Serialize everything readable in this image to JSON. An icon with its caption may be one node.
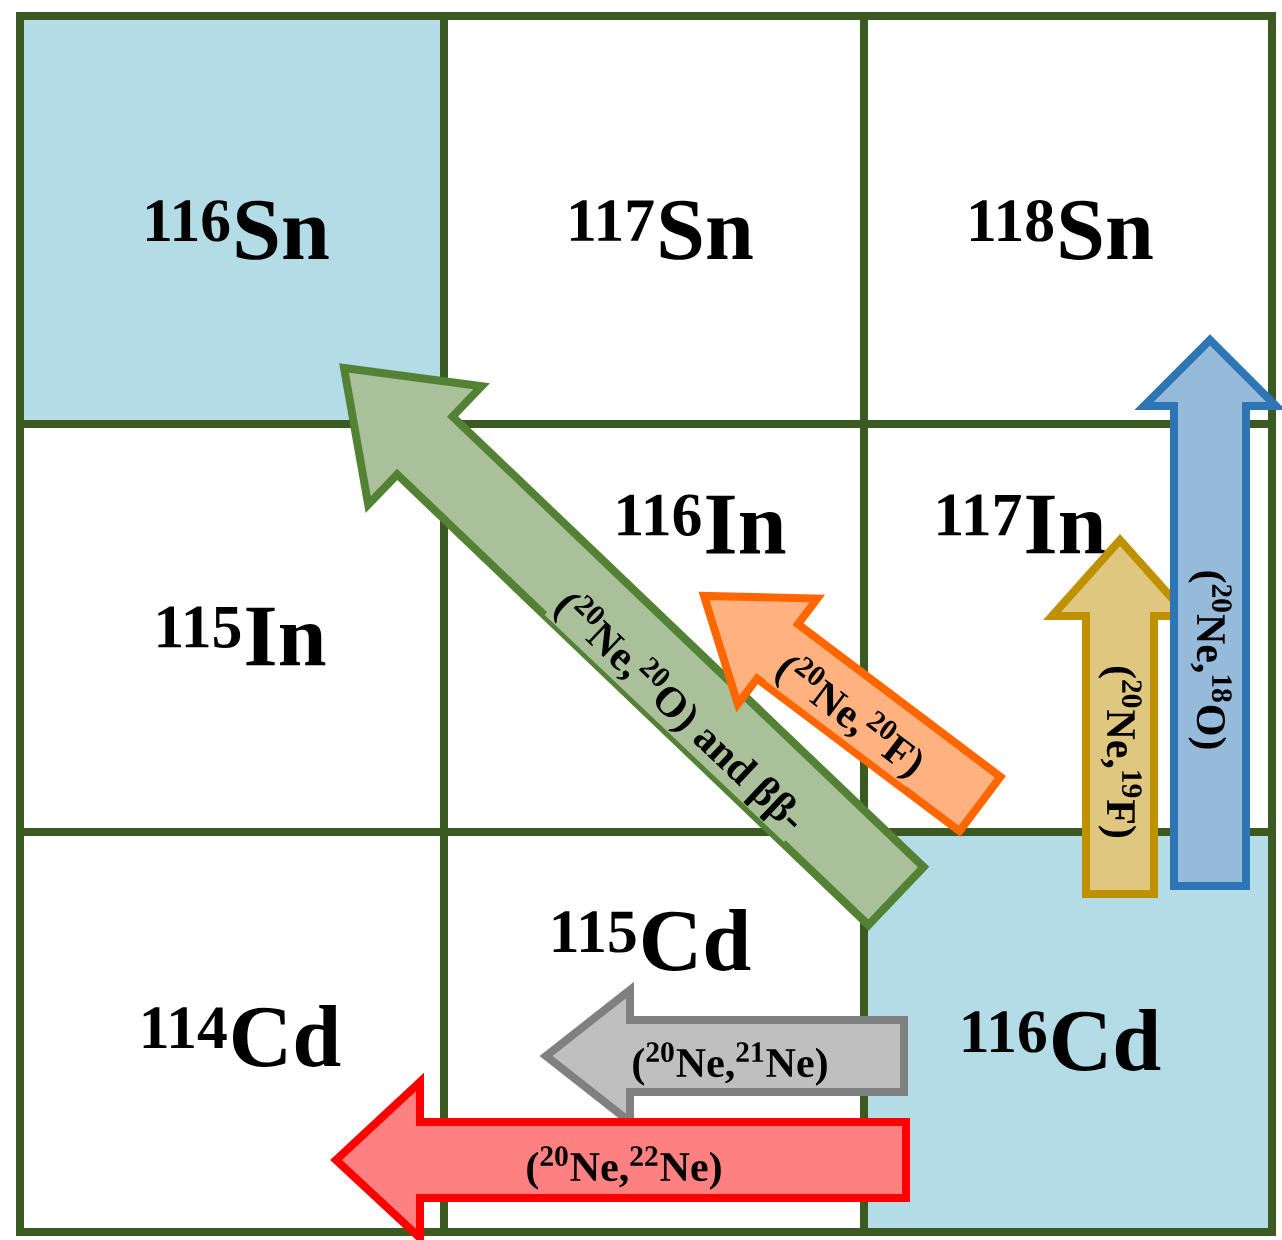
{
  "diagram": {
    "nodes": [
      {
        "text": [
          "$^{116}$Sn"
        ]
      },
      {
        "text": [
          "$^{117}$Sn"
        ]
      },
      {
        "text": [
          "$^{118}$Sn"
        ]
      },
      {
        "text": [
          "$^{115}$In"
        ]
      },
      {
        "text": [
          "$^{116}$In"
        ]
      },
      {
        "text": [
          "$^{117}$In"
        ]
      },
      {
        "text": [
          "$^{114}$Cd"
        ]
      },
      {
        "text": [
          "$^{115}$Cd"
        ]
      },
      {
        "text": [
          "$^{116}$Cd"
        ]
      }
    ],
    "edges": [
      {
        "from": 8,
        "to": 0,
        "arrow": "to",
        "label": "($^{20}$Ne,$^{20}$O) and ββ-",
        "color": "#548235"
      },
      {
        "from": 8,
        "to": 4,
        "arrow": "to",
        "label": "($^{20}$Ne,$^{20}$F)",
        "color": "#ff6600"
      },
      {
        "from": 8,
        "to": 5,
        "arrow": "to",
        "label": "($^{20}$Ne,$^{19}$F)",
        "color": "#bf9000"
      },
      {
        "from": 8,
        "to": 2,
        "arrow": "to",
        "label": "($^{20}$Ne,$^{18}$O)",
        "color": "#2e75b6"
      },
      {
        "from": 8,
        "to": 7,
        "arrow": "to",
        "label": "($^{20}$Ne,$^{21}$Ne)",
        "color": "#808080"
      },
      {
        "from": 8,
        "to": 6,
        "arrow": "to",
        "label": "($^{20}$Ne,$^{22}$Ne)",
        "color": "#ff0000"
      }
    ]
  }
}
